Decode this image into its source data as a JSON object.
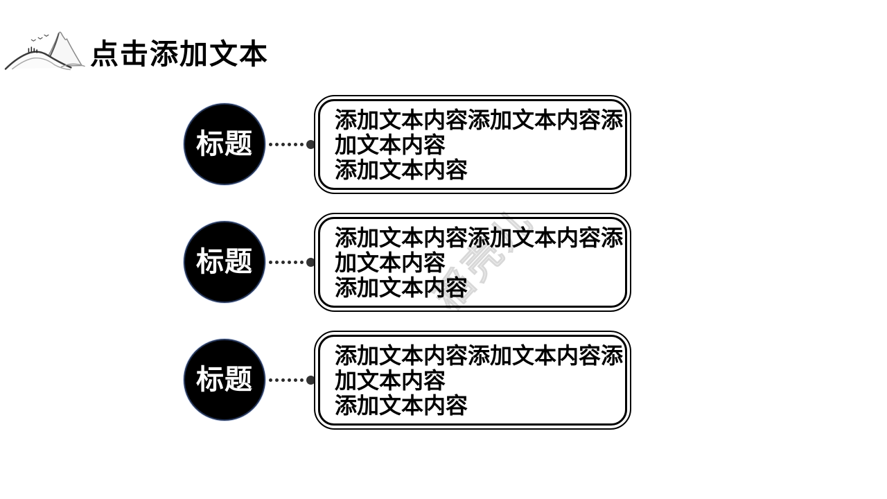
{
  "header": {
    "title": "点击添加文本",
    "logo_icon": "mountain-ink-logo"
  },
  "watermark": {
    "text": "稻壳儿"
  },
  "rows": [
    {
      "label": "标题",
      "text1": "添加文本内容添加文本内容添加文本内容",
      "text2": "添加文本内容"
    },
    {
      "label": "标题",
      "text1": "添加文本内容添加文本内容添加文本内容",
      "text2": "添加文本内容"
    },
    {
      "label": "标题",
      "text1": "添加文本内容添加文本内容添加文本内容",
      "text2": "添加文本内容"
    }
  ],
  "colors": {
    "background": "#ffffff",
    "text": "#000000",
    "circle_fill": "#000000",
    "circle_ring": "#233354",
    "connector_dot": "#2b2b2b",
    "watermark": "#dcdcdc"
  }
}
